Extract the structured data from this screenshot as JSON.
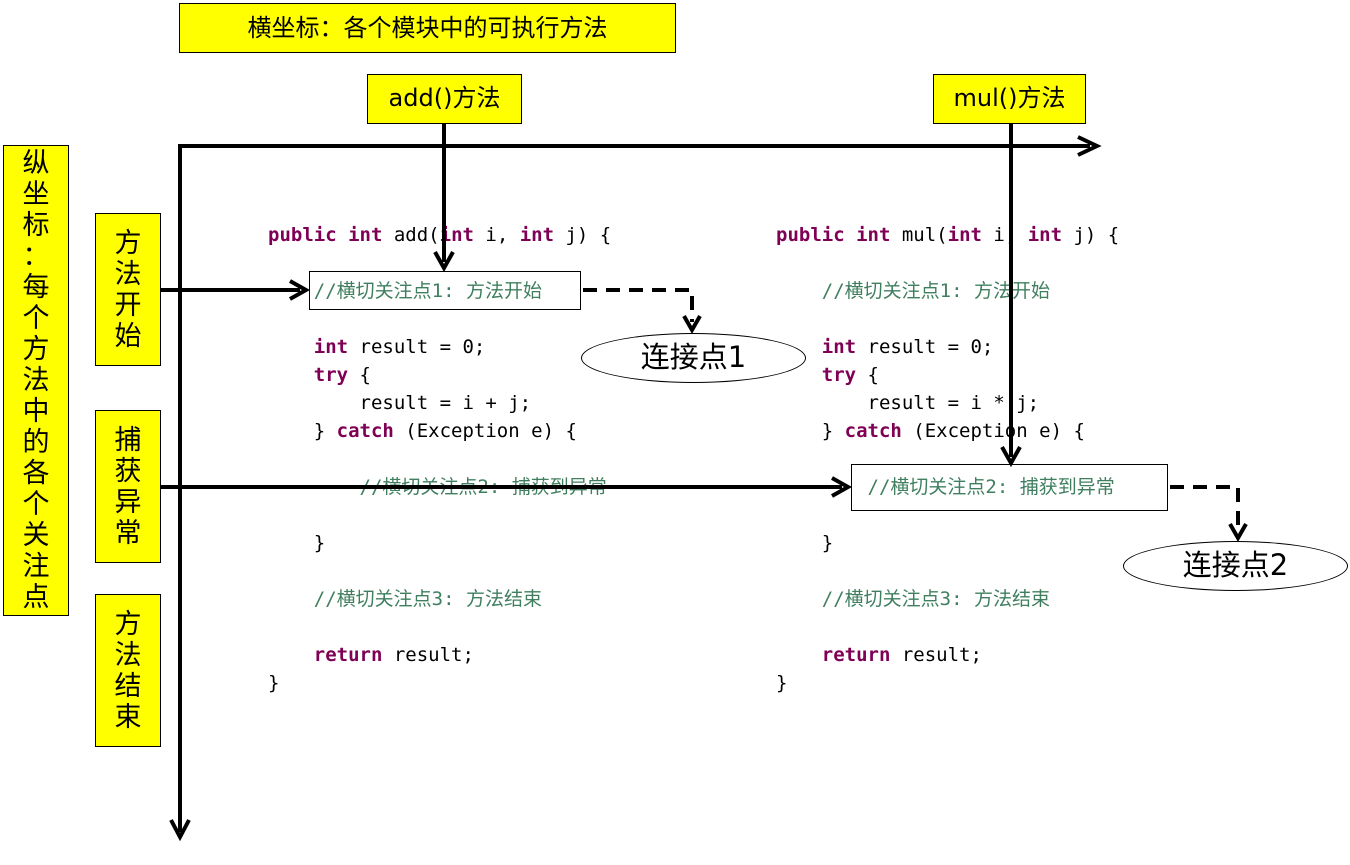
{
  "horizontal_axis_title": "横坐标：各个模块中的可执行方法",
  "vertical_axis_title": "纵坐标：每个方法中的各个关注点",
  "methods": [
    {
      "label": "add()方法"
    },
    {
      "label": "mul()方法"
    }
  ],
  "concerns": [
    {
      "label": "方法开始"
    },
    {
      "label": "捕获异常"
    },
    {
      "label": "方法结束"
    }
  ],
  "code_add": {
    "signature_kw1": "public",
    "signature_kw2": "int",
    "signature_name": " add(",
    "signature_kw3": "int",
    "signature_p1": " i, ",
    "signature_kw4": "int",
    "signature_p2": " j) {",
    "comment1": "//横切关注点1: 方法开始",
    "decl_kw": "int",
    "decl_rest": " result = 0;",
    "try_kw": "try",
    "try_rest": " {",
    "assign": "    result = i + j;",
    "catch_open": "} ",
    "catch_kw": "catch",
    "catch_rest": " (Exception e) {",
    "comment2": "    //横切关注点2: 捕获到异常",
    "close_brace": "}",
    "comment3": "//横切关注点3: 方法结束",
    "return_kw": "return",
    "return_rest": " result;",
    "end_brace": "}"
  },
  "code_mul": {
    "signature_kw1": "public",
    "signature_kw2": "int",
    "signature_name": " mul(",
    "signature_kw3": "int",
    "signature_p1": " i, ",
    "signature_kw4": "int",
    "signature_p2": " j) {",
    "comment1": "//横切关注点1: 方法开始",
    "decl_kw": "int",
    "decl_rest": " result = 0;",
    "try_kw": "try",
    "try_rest": " {",
    "assign": "    result = i * j;",
    "catch_open": "} ",
    "catch_kw": "catch",
    "catch_rest": " (Exception e) {",
    "comment2": "    //横切关注点2: 捕获到异常",
    "close_brace": "}",
    "comment3": "//横切关注点3: 方法结束",
    "return_kw": "return",
    "return_rest": " result;",
    "end_brace": "}"
  },
  "join_points": [
    {
      "label": "连接点1"
    },
    {
      "label": "连接点2"
    }
  ],
  "colors": {
    "label_fill": "#ffff00",
    "keyword": "#7f0055",
    "comment": "#3f7f5f"
  }
}
